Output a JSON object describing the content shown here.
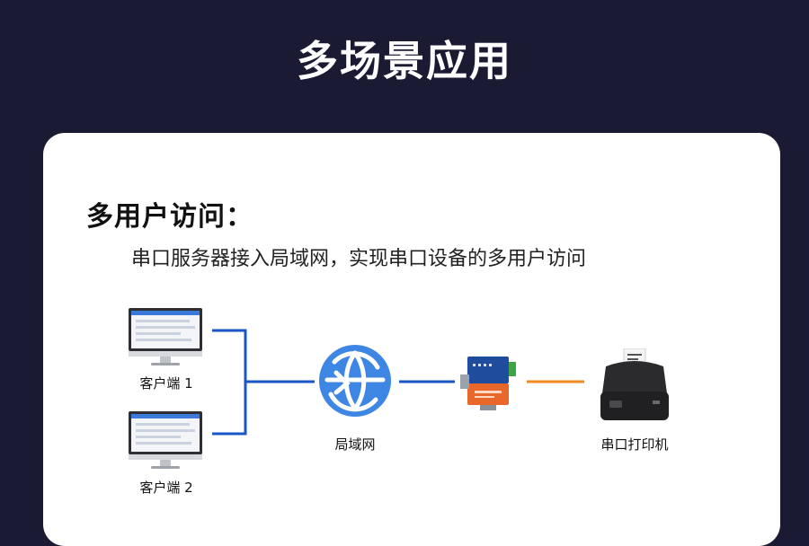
{
  "page": {
    "title": "多场景应用"
  },
  "section": {
    "heading": "多用户访问：",
    "description": "串口服务器接入局域网，实现串口设备的多用户访问"
  },
  "diagram": {
    "nodes": [
      {
        "id": "client1",
        "label": "客户端 1",
        "icon": "monitor-icon"
      },
      {
        "id": "client2",
        "label": "客户端 2",
        "icon": "monitor-icon"
      },
      {
        "id": "lan",
        "label": "局域网",
        "icon": "globe-network-icon"
      },
      {
        "id": "serial-server",
        "label": "",
        "icon": "serial-server-device-icon"
      },
      {
        "id": "printer",
        "label": "串口打印机",
        "icon": "receipt-printer-icon"
      }
    ],
    "colors": {
      "network_line": "#1a56c4",
      "serial_line": "#f08a1c",
      "globe": "#3d86e3"
    }
  }
}
